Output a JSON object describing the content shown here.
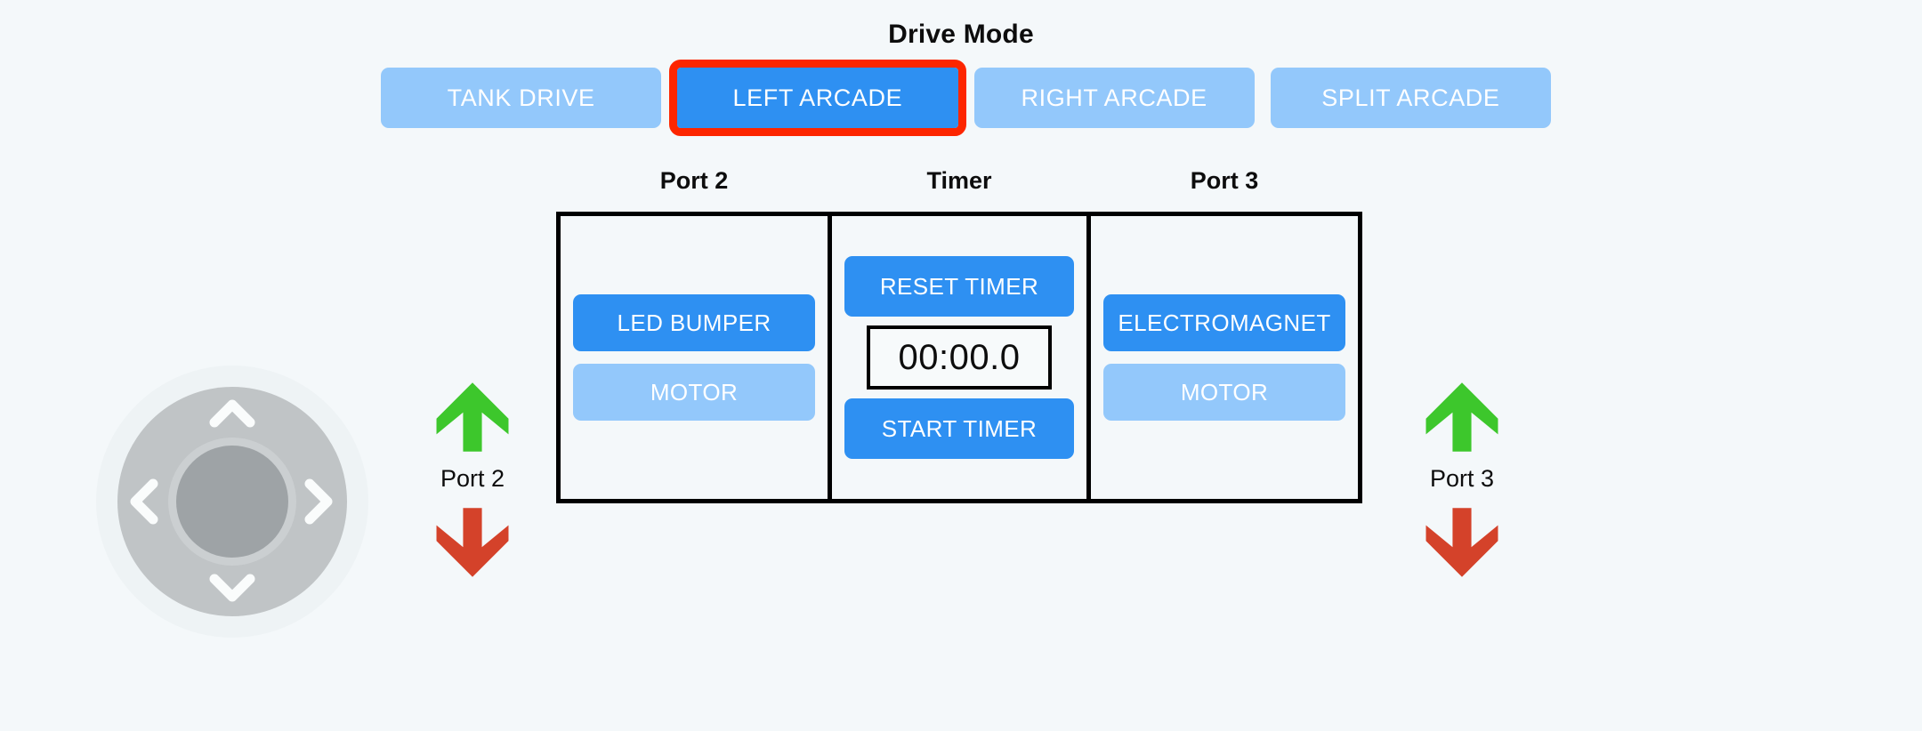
{
  "drive_mode": {
    "title": "Drive Mode",
    "buttons": [
      {
        "label": "TANK DRIVE",
        "state": "inactive"
      },
      {
        "label": "LEFT ARCADE",
        "state": "active"
      },
      {
        "label": "RIGHT ARCADE",
        "state": "inactive"
      },
      {
        "label": "SPLIT ARCADE",
        "state": "inactive"
      }
    ],
    "selected": "LEFT ARCADE",
    "selection_outline_color": "#fd2600",
    "active_color": "#2e90f2",
    "inactive_color": "#93c8fb"
  },
  "panel": {
    "headers": [
      {
        "label": "Port 2"
      },
      {
        "label": "Timer"
      },
      {
        "label": "Port 3"
      }
    ],
    "port2": {
      "buttons": [
        {
          "label": "LED BUMPER",
          "state": "active"
        },
        {
          "label": "MOTOR",
          "state": "inactive"
        }
      ]
    },
    "timer": {
      "reset_label": "RESET TIMER",
      "display_value": "00:00.0",
      "start_label": "START TIMER"
    },
    "port3": {
      "buttons": [
        {
          "label": "ELECTROMAGNET",
          "state": "active"
        },
        {
          "label": "MOTOR",
          "state": "inactive"
        }
      ]
    },
    "border_color": "#000000"
  },
  "dpad": {
    "icons": {
      "up": "chevron-up-icon",
      "down": "chevron-down-icon",
      "left": "chevron-left-icon",
      "right": "chevron-right-icon"
    },
    "ring_color": "#c0c4c6",
    "center_color": "#9ea3a6"
  },
  "port_controls": {
    "port2": {
      "up_icon": "green-up-arrow-icon",
      "label": "Port 2",
      "down_icon": "red-down-arrow-icon"
    },
    "port3": {
      "up_icon": "green-up-arrow-icon",
      "label": "Port 3",
      "down_icon": "red-down-arrow-icon"
    },
    "up_color": "#3dc72c",
    "down_color": "#d4422a"
  },
  "background_color": "#f4f8fa"
}
